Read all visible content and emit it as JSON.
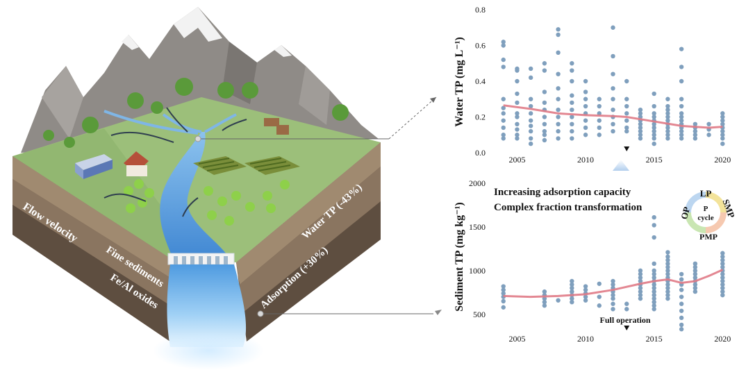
{
  "landscape": {
    "left_face": {
      "flow_velocity": "Flow velocity",
      "fine_sediments": "Fine sediments",
      "fe_al_oxides": "Fe/Al oxides"
    },
    "right_face": {
      "water_tp": "Water TP (-43%)",
      "adsorption": "Adsorption (+30%)"
    }
  },
  "colors": {
    "point": "#7f9fbd",
    "trend": "#e07a86",
    "river": "#4a90d9",
    "grass": "#9cbf7a",
    "soil": "#8a7a66"
  },
  "middle_text": {
    "line1": "Increasing adsorption capacity",
    "line2": "Complex fraction transformation"
  },
  "p_cycle": {
    "center_line1": "P",
    "center_line2": "cycle",
    "lp": "LP",
    "smp": "SMP",
    "pmp": "PMP",
    "op": "OP"
  },
  "full_operation_label": "Full operation",
  "chart_data": [
    {
      "type": "scatter",
      "ylabel": "Water TP (mg L⁻¹)",
      "xlabel": "",
      "xlim": [
        2003,
        2021
      ],
      "ylim": [
        0,
        0.8
      ],
      "x_ticks": [
        2005,
        2010,
        2015,
        2020
      ],
      "y_ticks": [
        "0.0",
        "0.2",
        "0.4",
        "0.6",
        "0.8"
      ],
      "marker_year": 2013,
      "points": [
        [
          2004,
          0.6
        ],
        [
          2004,
          0.62
        ],
        [
          2004,
          0.52
        ],
        [
          2004,
          0.48
        ],
        [
          2004,
          0.3
        ],
        [
          2004,
          0.25
        ],
        [
          2004,
          0.22
        ],
        [
          2004,
          0.18
        ],
        [
          2004,
          0.14
        ],
        [
          2004,
          0.1
        ],
        [
          2004,
          0.08
        ],
        [
          2005,
          0.46
        ],
        [
          2005,
          0.47
        ],
        [
          2005,
          0.4
        ],
        [
          2005,
          0.33
        ],
        [
          2005,
          0.28
        ],
        [
          2005,
          0.22
        ],
        [
          2005,
          0.2
        ],
        [
          2005,
          0.16
        ],
        [
          2005,
          0.13
        ],
        [
          2005,
          0.1
        ],
        [
          2005,
          0.08
        ],
        [
          2006,
          0.47
        ],
        [
          2006,
          0.42
        ],
        [
          2006,
          0.3
        ],
        [
          2006,
          0.26
        ],
        [
          2006,
          0.22
        ],
        [
          2006,
          0.18
        ],
        [
          2006,
          0.15
        ],
        [
          2006,
          0.12
        ],
        [
          2006,
          0.08
        ],
        [
          2006,
          0.05
        ],
        [
          2007,
          0.5
        ],
        [
          2007,
          0.46
        ],
        [
          2007,
          0.34
        ],
        [
          2007,
          0.28
        ],
        [
          2007,
          0.24
        ],
        [
          2007,
          0.2
        ],
        [
          2007,
          0.16
        ],
        [
          2007,
          0.12
        ],
        [
          2007,
          0.1
        ],
        [
          2007,
          0.07
        ],
        [
          2008,
          0.69
        ],
        [
          2008,
          0.66
        ],
        [
          2008,
          0.56
        ],
        [
          2008,
          0.44
        ],
        [
          2008,
          0.36
        ],
        [
          2008,
          0.3
        ],
        [
          2008,
          0.24
        ],
        [
          2008,
          0.2
        ],
        [
          2008,
          0.16
        ],
        [
          2008,
          0.12
        ],
        [
          2008,
          0.08
        ],
        [
          2009,
          0.5
        ],
        [
          2009,
          0.46
        ],
        [
          2009,
          0.4
        ],
        [
          2009,
          0.32
        ],
        [
          2009,
          0.28
        ],
        [
          2009,
          0.24
        ],
        [
          2009,
          0.2
        ],
        [
          2009,
          0.16
        ],
        [
          2009,
          0.12
        ],
        [
          2009,
          0.08
        ],
        [
          2010,
          0.4
        ],
        [
          2010,
          0.34
        ],
        [
          2010,
          0.3
        ],
        [
          2010,
          0.26
        ],
        [
          2010,
          0.22
        ],
        [
          2010,
          0.18
        ],
        [
          2010,
          0.14
        ],
        [
          2010,
          0.1
        ],
        [
          2011,
          0.3
        ],
        [
          2011,
          0.26
        ],
        [
          2011,
          0.22
        ],
        [
          2011,
          0.18
        ],
        [
          2011,
          0.14
        ],
        [
          2011,
          0.1
        ],
        [
          2012,
          0.7
        ],
        [
          2012,
          0.54
        ],
        [
          2012,
          0.44
        ],
        [
          2012,
          0.36
        ],
        [
          2012,
          0.3
        ],
        [
          2012,
          0.24
        ],
        [
          2012,
          0.2
        ],
        [
          2012,
          0.16
        ],
        [
          2012,
          0.12
        ],
        [
          2013,
          0.4
        ],
        [
          2013,
          0.3
        ],
        [
          2013,
          0.26
        ],
        [
          2013,
          0.22
        ],
        [
          2013,
          0.18
        ],
        [
          2013,
          0.14
        ],
        [
          2013,
          0.12
        ],
        [
          2014,
          0.24
        ],
        [
          2014,
          0.22
        ],
        [
          2014,
          0.2
        ],
        [
          2014,
          0.18
        ],
        [
          2014,
          0.16
        ],
        [
          2014,
          0.14
        ],
        [
          2014,
          0.12
        ],
        [
          2014,
          0.1
        ],
        [
          2014,
          0.08
        ],
        [
          2015,
          0.33
        ],
        [
          2015,
          0.26
        ],
        [
          2015,
          0.22
        ],
        [
          2015,
          0.2
        ],
        [
          2015,
          0.18
        ],
        [
          2015,
          0.16
        ],
        [
          2015,
          0.14
        ],
        [
          2015,
          0.12
        ],
        [
          2015,
          0.1
        ],
        [
          2015,
          0.08
        ],
        [
          2015,
          0.05
        ],
        [
          2016,
          0.3
        ],
        [
          2016,
          0.26
        ],
        [
          2016,
          0.24
        ],
        [
          2016,
          0.22
        ],
        [
          2016,
          0.2
        ],
        [
          2016,
          0.18
        ],
        [
          2016,
          0.16
        ],
        [
          2016,
          0.14
        ],
        [
          2016,
          0.12
        ],
        [
          2016,
          0.1
        ],
        [
          2016,
          0.08
        ],
        [
          2017,
          0.58
        ],
        [
          2017,
          0.48
        ],
        [
          2017,
          0.4
        ],
        [
          2017,
          0.3
        ],
        [
          2017,
          0.26
        ],
        [
          2017,
          0.22
        ],
        [
          2017,
          0.2
        ],
        [
          2017,
          0.18
        ],
        [
          2017,
          0.16
        ],
        [
          2017,
          0.14
        ],
        [
          2017,
          0.12
        ],
        [
          2017,
          0.1
        ],
        [
          2017,
          0.08
        ],
        [
          2018,
          0.16
        ],
        [
          2018,
          0.14
        ],
        [
          2018,
          0.12
        ],
        [
          2018,
          0.1
        ],
        [
          2018,
          0.08
        ],
        [
          2019,
          0.16
        ],
        [
          2019,
          0.13
        ],
        [
          2019,
          0.1
        ],
        [
          2020,
          0.22
        ],
        [
          2020,
          0.2
        ],
        [
          2020,
          0.18
        ],
        [
          2020,
          0.16
        ],
        [
          2020,
          0.14
        ],
        [
          2020,
          0.12
        ],
        [
          2020,
          0.1
        ],
        [
          2020,
          0.08
        ],
        [
          2020,
          0.05
        ]
      ],
      "trend": [
        [
          2004,
          0.265
        ],
        [
          2006,
          0.245
        ],
        [
          2008,
          0.22
        ],
        [
          2010,
          0.21
        ],
        [
          2012,
          0.205
        ],
        [
          2013,
          0.2
        ],
        [
          2015,
          0.175
        ],
        [
          2017,
          0.15
        ],
        [
          2019,
          0.14
        ],
        [
          2020,
          0.145
        ]
      ]
    },
    {
      "type": "scatter",
      "ylabel": "Sediment TP (mg kg⁻¹)",
      "xlabel": "",
      "xlim": [
        2003,
        2021
      ],
      "ylim": [
        300,
        2000
      ],
      "x_ticks": [
        2005,
        2010,
        2015,
        2020
      ],
      "y_ticks": [
        "500",
        "1000",
        "1500",
        "2000"
      ],
      "marker_year": 2013,
      "points": [
        [
          2004,
          820
        ],
        [
          2004,
          780
        ],
        [
          2004,
          740
        ],
        [
          2004,
          700
        ],
        [
          2004,
          650
        ],
        [
          2004,
          580
        ],
        [
          2007,
          760
        ],
        [
          2007,
          720
        ],
        [
          2007,
          680
        ],
        [
          2007,
          640
        ],
        [
          2007,
          600
        ],
        [
          2008,
          660
        ],
        [
          2009,
          880
        ],
        [
          2009,
          840
        ],
        [
          2009,
          800
        ],
        [
          2009,
          760
        ],
        [
          2009,
          720
        ],
        [
          2009,
          680
        ],
        [
          2009,
          640
        ],
        [
          2010,
          820
        ],
        [
          2010,
          780
        ],
        [
          2010,
          740
        ],
        [
          2010,
          700
        ],
        [
          2010,
          660
        ],
        [
          2011,
          850
        ],
        [
          2011,
          700
        ],
        [
          2011,
          600
        ],
        [
          2012,
          880
        ],
        [
          2012,
          840
        ],
        [
          2012,
          800
        ],
        [
          2012,
          760
        ],
        [
          2012,
          720
        ],
        [
          2012,
          680
        ],
        [
          2012,
          620
        ],
        [
          2012,
          560
        ],
        [
          2013,
          620
        ],
        [
          2013,
          560
        ],
        [
          2014,
          1000
        ],
        [
          2014,
          960
        ],
        [
          2014,
          920
        ],
        [
          2014,
          880
        ],
        [
          2014,
          840
        ],
        [
          2014,
          800
        ],
        [
          2014,
          760
        ],
        [
          2014,
          720
        ],
        [
          2014,
          680
        ],
        [
          2015,
          1610
        ],
        [
          2015,
          1520
        ],
        [
          2015,
          1380
        ],
        [
          2015,
          1080
        ],
        [
          2015,
          1000
        ],
        [
          2015,
          960
        ],
        [
          2015,
          920
        ],
        [
          2015,
          880
        ],
        [
          2015,
          840
        ],
        [
          2015,
          800
        ],
        [
          2015,
          760
        ],
        [
          2015,
          720
        ],
        [
          2015,
          680
        ],
        [
          2015,
          640
        ],
        [
          2015,
          600
        ],
        [
          2015,
          560
        ],
        [
          2016,
          1210
        ],
        [
          2016,
          1160
        ],
        [
          2016,
          1120
        ],
        [
          2016,
          1080
        ],
        [
          2016,
          1040
        ],
        [
          2016,
          1000
        ],
        [
          2016,
          960
        ],
        [
          2016,
          920
        ],
        [
          2016,
          880
        ],
        [
          2016,
          840
        ],
        [
          2016,
          800
        ],
        [
          2016,
          760
        ],
        [
          2016,
          720
        ],
        [
          2016,
          680
        ],
        [
          2017,
          960
        ],
        [
          2017,
          900
        ],
        [
          2017,
          840
        ],
        [
          2017,
          780
        ],
        [
          2017,
          700
        ],
        [
          2017,
          620
        ],
        [
          2017,
          540
        ],
        [
          2017,
          460
        ],
        [
          2017,
          380
        ],
        [
          2017,
          330
        ],
        [
          2018,
          1080
        ],
        [
          2018,
          1040
        ],
        [
          2018,
          1000
        ],
        [
          2018,
          960
        ],
        [
          2018,
          920
        ],
        [
          2018,
          880
        ],
        [
          2018,
          840
        ],
        [
          2018,
          800
        ],
        [
          2018,
          760
        ],
        [
          2020,
          1200
        ],
        [
          2020,
          1160
        ],
        [
          2020,
          1120
        ],
        [
          2020,
          1080
        ],
        [
          2020,
          1040
        ],
        [
          2020,
          1000
        ],
        [
          2020,
          960
        ],
        [
          2020,
          920
        ],
        [
          2020,
          880
        ],
        [
          2020,
          840
        ],
        [
          2020,
          800
        ],
        [
          2020,
          760
        ],
        [
          2020,
          720
        ]
      ],
      "trend": [
        [
          2004,
          710
        ],
        [
          2006,
          700
        ],
        [
          2008,
          710
        ],
        [
          2010,
          730
        ],
        [
          2012,
          780
        ],
        [
          2014,
          850
        ],
        [
          2015,
          880
        ],
        [
          2016,
          900
        ],
        [
          2017,
          860
        ],
        [
          2018,
          880
        ],
        [
          2019,
          940
        ],
        [
          2020,
          1010
        ]
      ]
    }
  ]
}
